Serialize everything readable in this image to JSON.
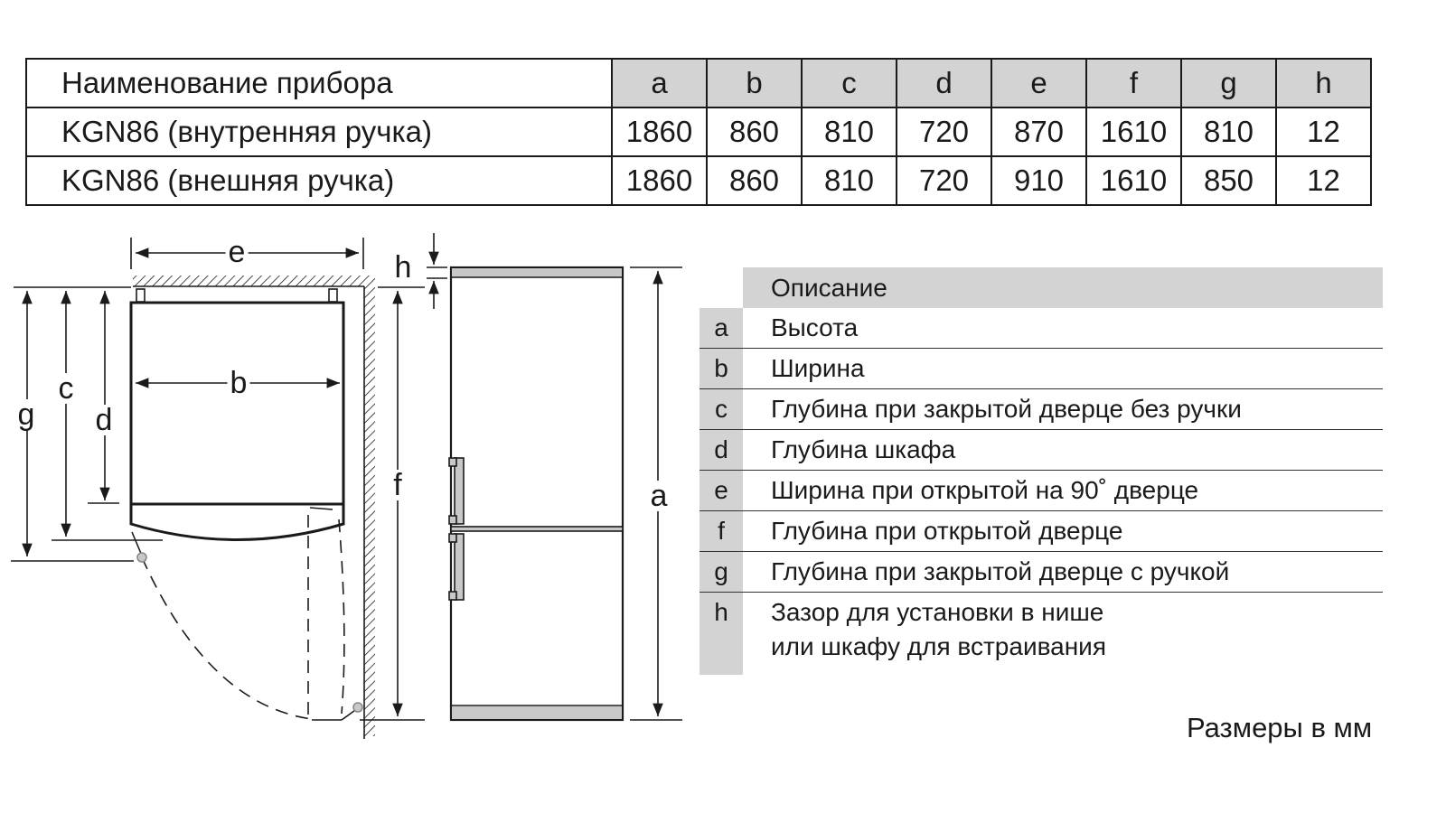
{
  "table": {
    "header": {
      "name": "Наименование прибора",
      "cols": [
        "a",
        "b",
        "c",
        "d",
        "e",
        "f",
        "g",
        "h"
      ]
    },
    "rows": [
      {
        "name": "KGN86 (внутренняя ручка)",
        "values": [
          "1860",
          "860",
          "810",
          "720",
          "870",
          "1610",
          "810",
          "12"
        ]
      },
      {
        "name": "KGN86 (внешняя ручка)",
        "values": [
          "1860",
          "860",
          "810",
          "720",
          "910",
          "1610",
          "850",
          "12"
        ]
      }
    ]
  },
  "diagram_labels": {
    "a": "a",
    "b": "b",
    "c": "c",
    "d": "d",
    "e": "e",
    "f": "f",
    "g": "g",
    "h": "h"
  },
  "legend": {
    "title": "Описание",
    "items": [
      {
        "key": "a",
        "text": "Высота"
      },
      {
        "key": "b",
        "text": "Ширина"
      },
      {
        "key": "c",
        "text": "Глубина при закрытой дверце без ручки"
      },
      {
        "key": "d",
        "text": "Глубина шкафа"
      },
      {
        "key": "e",
        "text": "Ширина при открытой на 90˚ дверце"
      },
      {
        "key": "f",
        "text": "Глубина при открытой дверце"
      },
      {
        "key": "g",
        "text": "Глубина при закрытой дверце с ручкой"
      },
      {
        "key": "h",
        "text": "Зазор для установки в нише",
        "text2": "или шкафу для встраивания"
      }
    ]
  },
  "units_note": "Размеры в мм",
  "colors": {
    "header_bg": "#d3d3d3",
    "line": "#1a1a1a"
  }
}
